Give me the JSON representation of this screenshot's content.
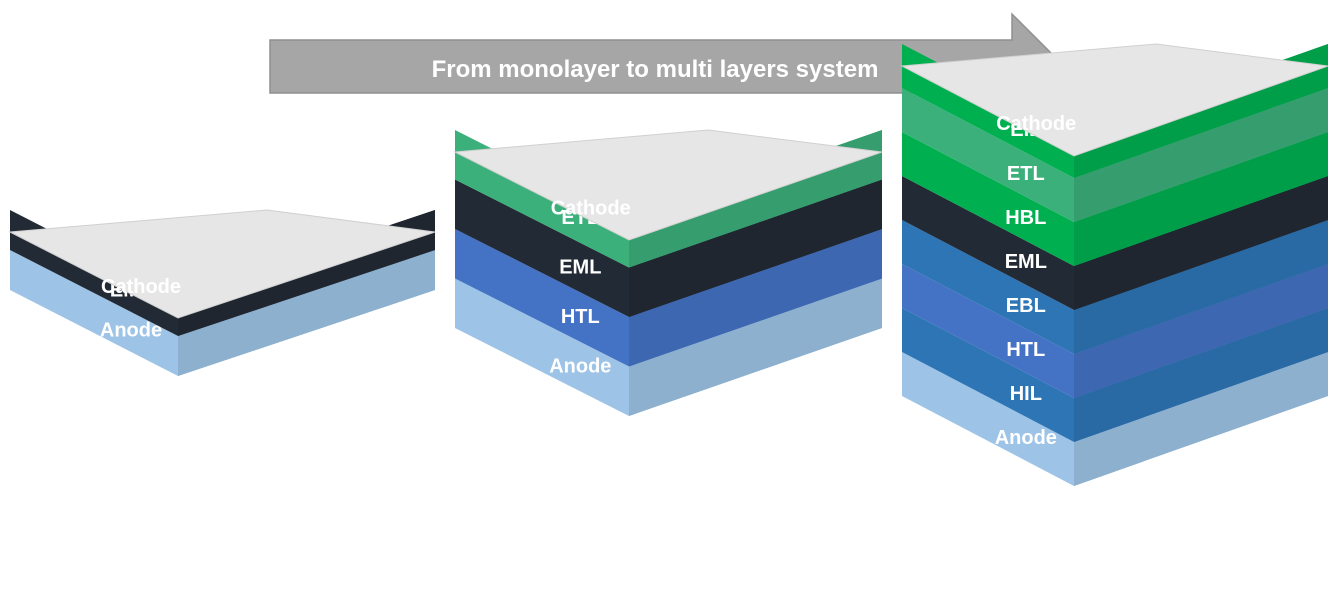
{
  "arrow": {
    "label": "From monolayer to multi layers system",
    "color": "#a6a6a6"
  },
  "stacks": [
    {
      "name": "stack-monolayer",
      "layers": [
        {
          "label": "Anode",
          "color": "#9dc3e6"
        },
        {
          "label": "EML",
          "color": "#222a35"
        },
        {
          "label": "Cathode",
          "color": "#e6e6e6"
        }
      ]
    },
    {
      "name": "stack-three-layer",
      "layers": [
        {
          "label": "Anode",
          "color": "#9dc3e6"
        },
        {
          "label": "HTL",
          "color": "#4472c4"
        },
        {
          "label": "EML",
          "color": "#222a35"
        },
        {
          "label": "ETL",
          "color": "#3cb07a"
        },
        {
          "label": "Cathode",
          "color": "#e6e6e6"
        }
      ]
    },
    {
      "name": "stack-multilayer",
      "layers": [
        {
          "label": "Anode",
          "color": "#9dc3e6"
        },
        {
          "label": "HIL",
          "color": "#2e75b6"
        },
        {
          "label": "HTL",
          "color": "#4472c4"
        },
        {
          "label": "EBL",
          "color": "#2e75b6"
        },
        {
          "label": "EML",
          "color": "#222a35"
        },
        {
          "label": "HBL",
          "color": "#00b050"
        },
        {
          "label": "ETL",
          "color": "#3cb07a"
        },
        {
          "label": "EIL",
          "color": "#00b050"
        },
        {
          "label": "Cathode",
          "color": "#e6e6e6"
        }
      ]
    }
  ]
}
